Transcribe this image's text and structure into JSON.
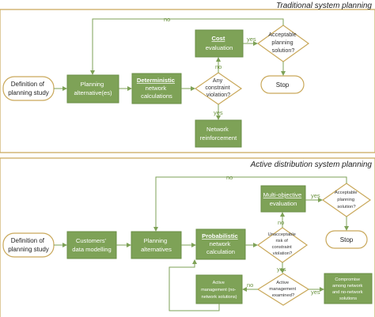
{
  "colors": {
    "node_fill": "#7ea257",
    "node_stroke": "#6a8e45",
    "border": "#c9a85a",
    "line": "#7ea257",
    "text_dark": "#222222"
  },
  "traditional": {
    "title": "Traditional system planning",
    "definition": [
      "Definition of",
      "planning study"
    ],
    "planning": [
      "Planning",
      "alternative(es)"
    ],
    "deterministic": [
      "Deterministic",
      "network",
      "calculations"
    ],
    "constraint": [
      "Any",
      "constraint",
      "violation?"
    ],
    "cost": [
      "Cost",
      "evaluation"
    ],
    "acceptable": [
      "Acceptable",
      "planning",
      "solution?"
    ],
    "stop": "Stop",
    "reinforcement": [
      "Network",
      "reinforcement"
    ],
    "labels": {
      "no_top": "no",
      "no_mid": "no",
      "yes_right": "yes",
      "yes_down": "yes"
    }
  },
  "active": {
    "title": "Active distribution system planning",
    "definition": [
      "Definition of",
      "planning study"
    ],
    "customers": [
      "Customers'",
      "data modelling"
    ],
    "planning": [
      "Planning",
      "alternatives"
    ],
    "probabilistic": [
      "Probabilistic",
      "network",
      "calculation"
    ],
    "risk": [
      "Unacceptable",
      "risk of",
      "constraint",
      "violation?"
    ],
    "multi": [
      "Multi-objective",
      "evaluation"
    ],
    "acceptable": [
      "Acceptable",
      "planning",
      "solution?"
    ],
    "stop": "Stop",
    "active_mgmt_q": [
      "Active",
      "management",
      "examined?"
    ],
    "active_mgmt_node": [
      "Active",
      "management (no-",
      "network solutions)"
    ],
    "compromise": [
      "Compromise",
      "among network",
      "and no-network",
      "solutions"
    ],
    "labels": {
      "no_top": "no",
      "no_mid": "no",
      "yes_right": "yes",
      "yes_down": "yes",
      "no_left": "no",
      "yes_bottom": "yes"
    }
  }
}
